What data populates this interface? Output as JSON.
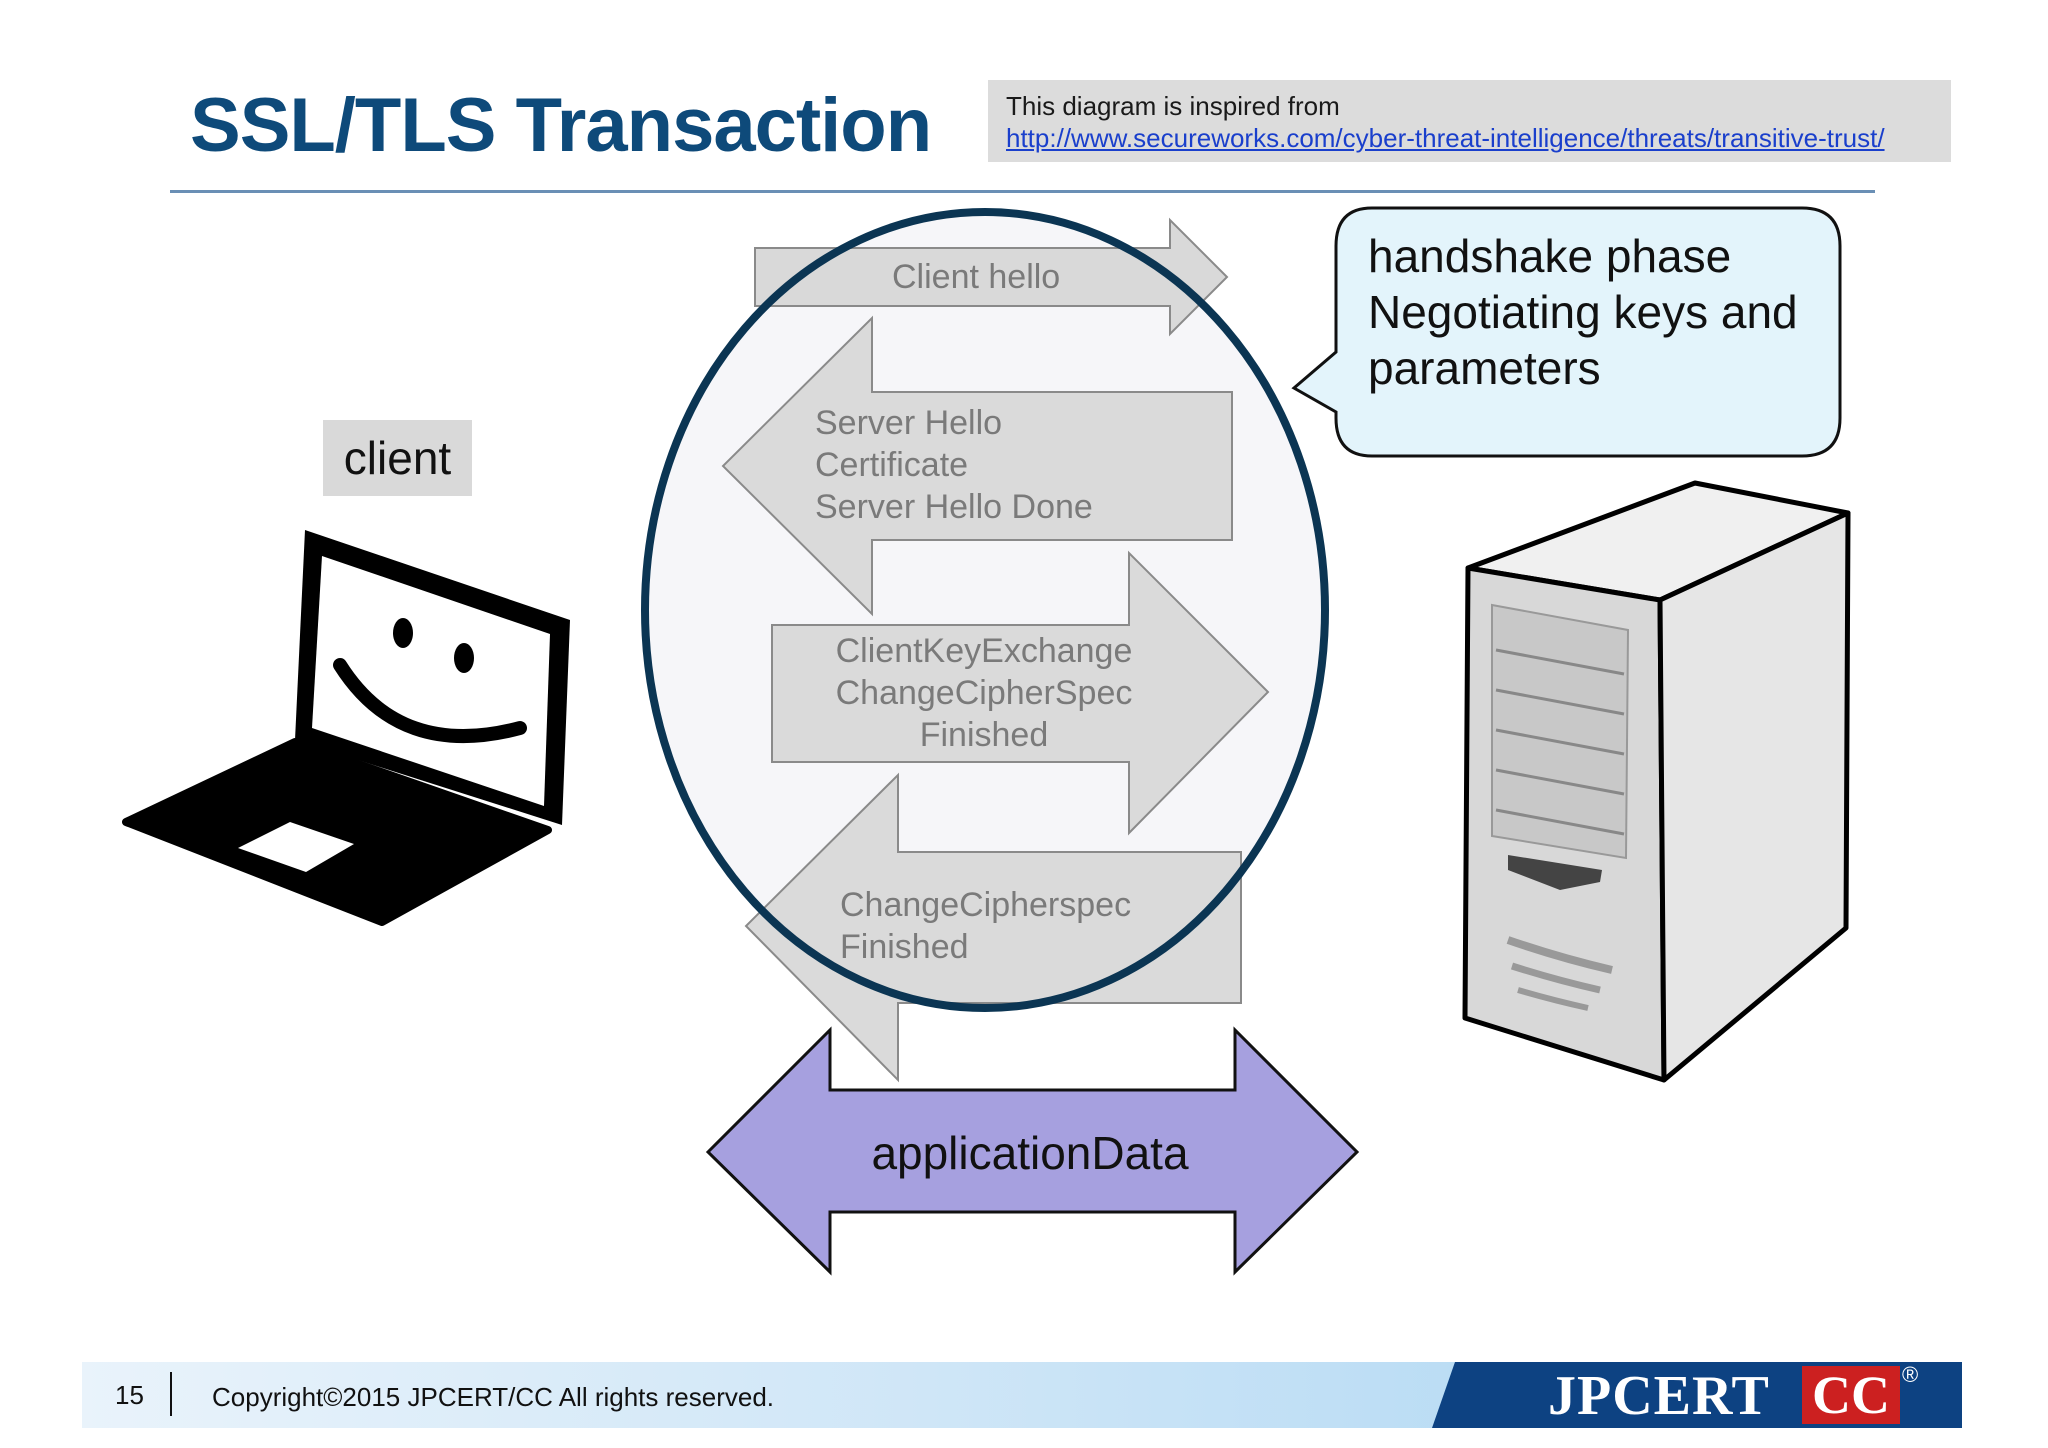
{
  "title": "SSL/TLS Transaction",
  "source_note": {
    "line1": "This diagram is inspired from",
    "link": "http://www.secureworks.com/cyber-threat-intelligence/threats/transitive-trust/"
  },
  "client_label": "client",
  "callout": {
    "lines": [
      "handshake phase",
      "Negotiating keys and",
      "parameters"
    ]
  },
  "arrows": {
    "client_hello": "Client hello",
    "server_hello": [
      "Server Hello",
      "Certificate",
      "Server Hello Done"
    ],
    "client_key_exchange": [
      "ClientKeyExchange",
      "ChangeCipherSpec",
      "Finished"
    ],
    "change_cipherspec": [
      "ChangeCipherspec",
      "Finished"
    ],
    "application_data": "applicationData"
  },
  "footer": {
    "page_number": "15",
    "copyright": "Copyright©2015 JPCERT/CC All rights reserved.",
    "logo_text": "JPCERT",
    "logo_cc": "CC",
    "logo_reg": "®"
  },
  "colors": {
    "title": "#0e4a7a",
    "ellipse_stroke": "#0b3553",
    "arrow_fill": "#d9d9d9",
    "app_data_fill": "#a6a0df",
    "callout_fill": "#e3f4fb"
  }
}
